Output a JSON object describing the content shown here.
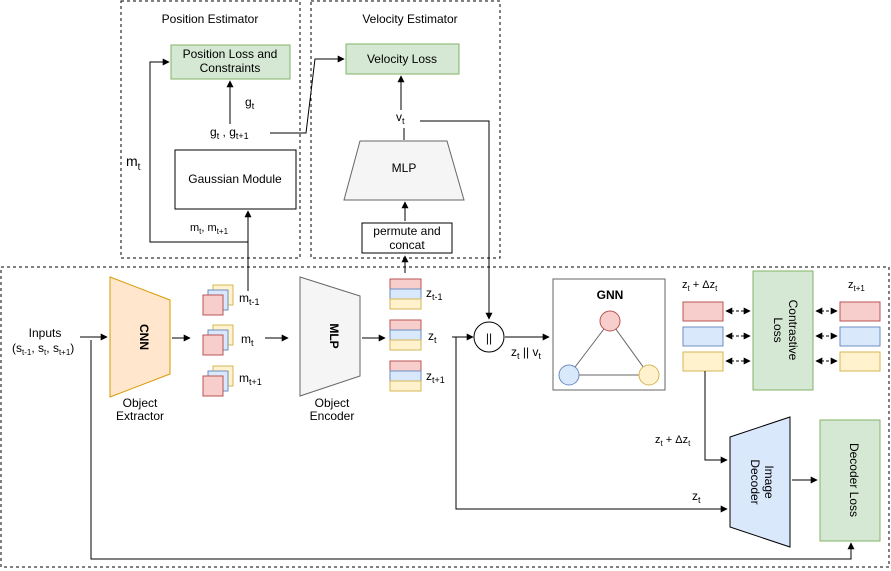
{
  "sections": {
    "position_estimator": "Position Estimator",
    "velocity_estimator": "Velocity Estimator"
  },
  "boxes": {
    "position_loss_line1": "Position Loss and",
    "position_loss_line2": "Constraints",
    "velocity_loss": "Velocity Loss",
    "gaussian_module": "Gaussian Module",
    "mlp_velocity": "MLP",
    "permute_line1": "permute and",
    "permute_line2": "concat",
    "cnn": "CNN",
    "mlp_encoder": "MLP",
    "gnn": "GNN",
    "contrastive_line1": "Contrastive",
    "contrastive_line2": "Loss",
    "image_decoder_line1": "Image",
    "image_decoder_line2": "Decoder",
    "decoder_loss": "Decoder Loss",
    "concat_symbol": "||"
  },
  "labels": {
    "inputs": "Inputs",
    "inputs_seq": "(s",
    "object_extractor_line1": "Object",
    "object_extractor_line2": "Extractor",
    "object_encoder_line1": "Object",
    "object_encoder_line2": "Encoder"
  },
  "math": {
    "m": "m",
    "g": "g",
    "v": "v",
    "z": "z",
    "s": "s",
    "sub_t": "t",
    "sub_t1": "t+1",
    "sub_tm1": "t-1",
    "delta_z": "+ Δz",
    "concat_op": "||",
    "comma": ",",
    "close_paren": ")"
  },
  "colors": {
    "green_fill": "#d5e8d4",
    "green_stroke": "#82b366",
    "orange_fill": "#ffe6cc",
    "orange_stroke": "#d79b00",
    "grey_fill": "#f5f5f5",
    "grey_stroke": "#666666",
    "blue_fill": "#dae8fc",
    "blue_stroke": "#6c8ebf",
    "red_fill": "#f8cecc",
    "red_stroke": "#b85450",
    "yellow_fill": "#fff2cc",
    "yellow_stroke": "#d6b656"
  }
}
